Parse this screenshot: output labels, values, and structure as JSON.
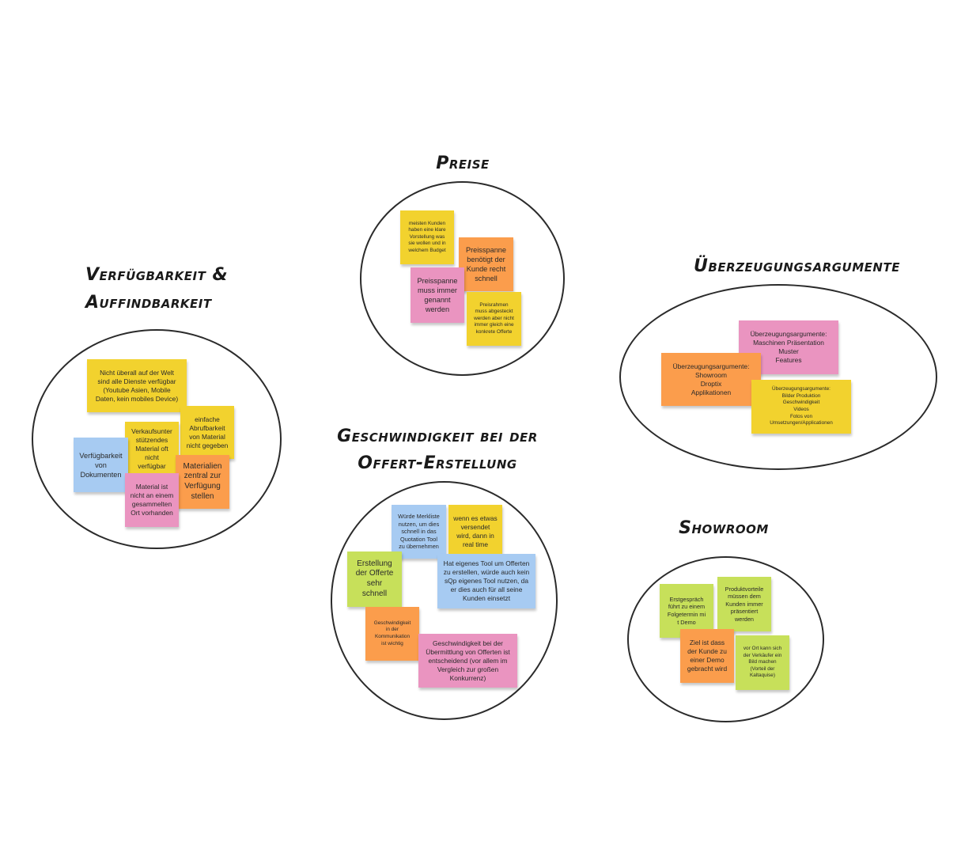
{
  "board": {
    "clusters": {
      "preise": {
        "title": "Preise",
        "notes": [
          {
            "text": "meisten Kunden\nhaben eine klare\nVorstellung was\nsie wollen und in\nwelchem Budget",
            "color": "yellow"
          },
          {
            "text": "Preisspanne\nbenötigt der\nKunde recht\nschnell",
            "color": "orange"
          },
          {
            "text": "Preisspanne\nmuss immer\ngenannt\nwerden",
            "color": "pink"
          },
          {
            "text": "Preisrahmen\nmuss abgesteckt\nwerden aber nicht\nimmer gleich eine\nkonkrete Offerte",
            "color": "yellow"
          }
        ]
      },
      "verfuegbarkeit": {
        "title_line1": "Verfügbarkeit &",
        "title_line2": "Auffindbarkeit",
        "notes": [
          {
            "text": "Nicht überall auf der Welt\nsind alle Dienste verfügbar\n(Youtube Asien, Mobile\nDaten, kein mobiles Device)",
            "color": "yellow"
          },
          {
            "text": "einfache\nAbrufbarkeit\nvon Material\nnicht gegeben",
            "color": "yellow"
          },
          {
            "text": "Verkaufsunter\nstützendes\nMaterial oft\nnicht\nverfügbar",
            "color": "yellow"
          },
          {
            "text": "Verfügbarkeit\nvon\nDokumenten",
            "color": "blue"
          },
          {
            "text": "Materialien\nzentral zur\nVerfügung\nstellen",
            "color": "orange"
          },
          {
            "text": "Material ist\nnicht an einem\ngesammelten\nOrt vorhanden",
            "color": "pink"
          }
        ]
      },
      "ueberzeugung": {
        "title": "Überzeugungsargumente",
        "notes": [
          {
            "text": "Überzeugungsargumente:\nMaschinen Präsentation\nMuster\nFeatures",
            "color": "pink"
          },
          {
            "text": "Überzeugungsargumente:\nShowroom\nDroptix\nApplikationen",
            "color": "orange"
          },
          {
            "text": "Überzeugungsargumente:\nBilder Produktion\nGeschwindigkeit\nVideos\nFotos von\nUmsetzungen/Applicationen",
            "color": "yellow"
          }
        ]
      },
      "geschwindigkeit": {
        "title_line1": "Geschwindigkeit bei der",
        "title_line2": "Offert-Erstellung",
        "notes": [
          {
            "text": "Würde Merkliste\nnutzen, um dies\nschnell in das\nQuotation Tool\nzu übernehmen",
            "color": "blue"
          },
          {
            "text": "wenn es etwas\nversendet\nwird, dann in\nreal time",
            "color": "yellow"
          },
          {
            "text": "Erstellung\nder Offerte\nsehr\nschnell",
            "color": "green"
          },
          {
            "text": "Hat eigenes Tool um Offerten\nzu erstellen, würde auch kein\nsQp eigenes Tool nutzen, da\ner dies auch für all seine\nKunden einsetzt",
            "color": "blue"
          },
          {
            "text": "Geschwindigkeit\nin der\nKommunikation\nist wichtig",
            "color": "orange"
          },
          {
            "text": "Geschwindigkeit bei der\nÜbermittlung von Offerten ist\nentscheidend (vor allem im\nVergleich zur großen\nKonkurrenz)",
            "color": "pink"
          }
        ]
      },
      "showroom": {
        "title": "Showroom",
        "notes": [
          {
            "text": "Erstgespräch\nführt zu einem\nFolgetermin mi\nt Demo",
            "color": "green"
          },
          {
            "text": "Produktvorteile\nmüssen dem\nKunden immer\npräsentiert\nwerden",
            "color": "green"
          },
          {
            "text": "Ziel ist dass\nder Kunde zu\neiner Demo\ngebracht wird",
            "color": "orange"
          },
          {
            "text": "vor Ort kann sich\nder Verkäufer ein\nBild machen\n(Vorteil der\nKaltaquise)",
            "color": "green"
          }
        ]
      }
    }
  }
}
